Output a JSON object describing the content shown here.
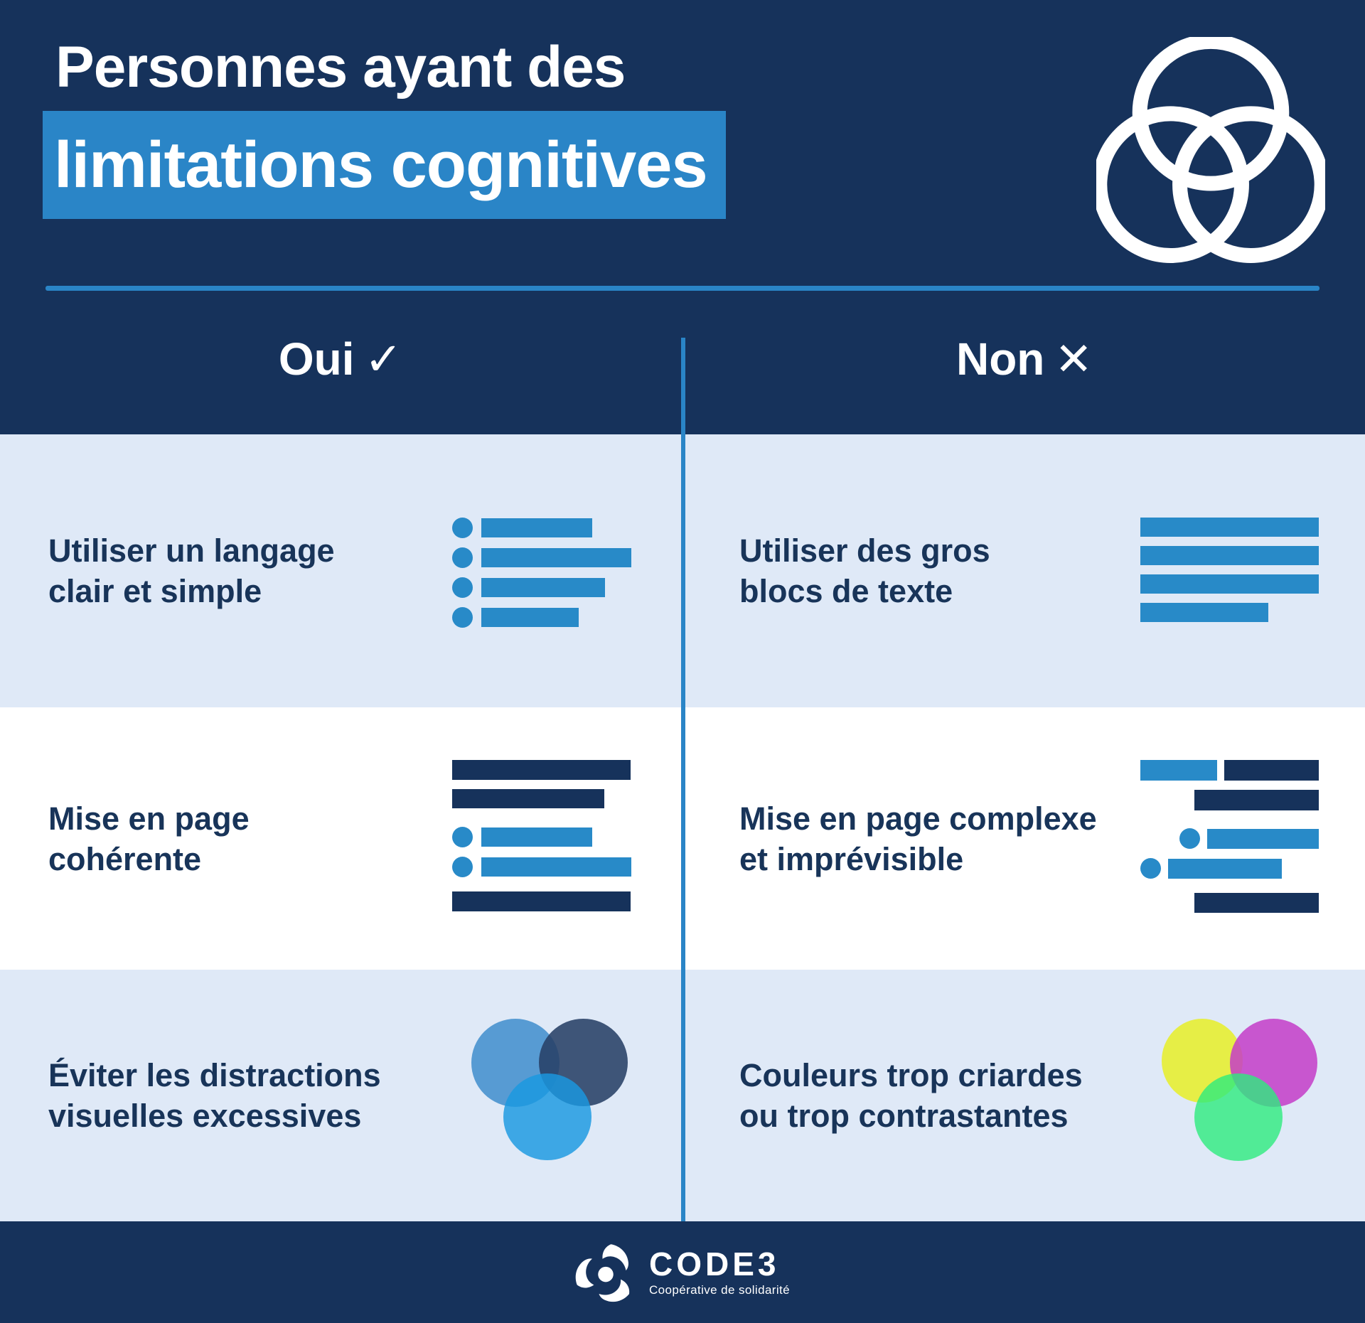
{
  "header": {
    "title_line1": "Personnes ayant des",
    "title_line2": "limitations cognitives",
    "venn_icon": "venn-three-circles-icon",
    "yes_label": "Oui",
    "yes_mark": "✓",
    "no_label": "Non",
    "no_mark": "✕"
  },
  "rows": [
    {
      "yes_line1": "Utiliser un langage",
      "yes_line2": "clair et simple",
      "yes_icon": "bullet-list-icon",
      "no_line1": "Utiliser des gros",
      "no_line2": "blocs de texte",
      "no_icon": "text-block-icon"
    },
    {
      "yes_line1": "Mise en page",
      "yes_line2": "cohérente",
      "yes_icon": "structured-layout-icon",
      "no_line1": "Mise en page complexe",
      "no_line2": "et imprévisible",
      "no_icon": "messy-layout-icon"
    },
    {
      "yes_line1": "Éviter les distractions",
      "yes_line2": "visuelles excessives",
      "yes_icon": "calm-venn-circles-icon",
      "no_line1": "Couleurs trop criardes",
      "no_line2": "ou trop contrastantes",
      "no_icon": "vivid-venn-circles-icon"
    }
  ],
  "footer": {
    "brand": "CODE3",
    "tagline": "Coopérative de solidarité",
    "logo_icon": "code3-pinwheel-logo"
  },
  "colors": {
    "navy_background": "#16325B",
    "accent_blue": "#2A85C7",
    "light_row_background": "#DFE9F7",
    "white_row_background": "#FFFFFF",
    "bar_blue": "#288AC8",
    "text_navy": "#183459",
    "venn_no_yellow": "#E6EE3C",
    "venn_no_magenta": "#C43CC8",
    "venn_no_green": "#2DEB7D"
  }
}
